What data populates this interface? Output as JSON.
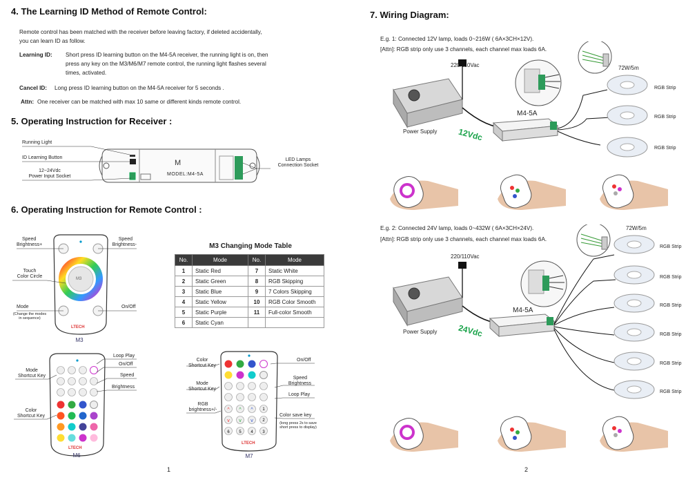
{
  "left": {
    "s4_title": "4. The Learning ID Method of Remote Control:",
    "s4_intro_1": "Remote control has been matched with the receiver before leaving factory, if deleted accidentally,",
    "s4_intro_2": "you can learn ID as follow.",
    "learning_label": "Learning ID:",
    "learning_1": "Short press ID learning button on the M4-5A receiver, the running light is on, then",
    "learning_2": "press any key on the M3/M6/M7 remote control,  the running light flashes several",
    "learning_3": "times, activated.",
    "cancel_label": "Cancel ID:",
    "cancel_text": "Long press ID learning button on the M4-5A receiver    for 5 seconds .",
    "attn_label": "Attn:",
    "attn_text": "One receiver can be matched with max 10 same or different kinds remote control.",
    "s5_title": "5. Operating Instruction for Receiver :",
    "recv_running": "Running Light",
    "recv_idbtn": "ID Learning Button",
    "recv_power_1": "12~24Vdc",
    "recv_power_2": "Power Input Socket",
    "recv_led_1": "LED Lamps",
    "recv_led_2": "Connection Socket",
    "recv_model": "MODEL:M4-5A",
    "s6_title": "6. Operating Instruction for Remote Control :",
    "m3_speed_up_1": "Speed",
    "m3_speed_up_2": "Brightness+",
    "m3_speed_dn_1": "Speed",
    "m3_speed_dn_2": "Brightness-",
    "m3_touch_1": "Touch",
    "m3_touch_2": "Color Circle",
    "m3_mode": "Mode",
    "m3_mode_note_1": "(Change the modes",
    "m3_mode_note_2": "in sequence)",
    "m3_onoff": "On/Off",
    "m3_name": "M3",
    "m6_loop": "Loop Play",
    "m6_onoff": "On/Off",
    "m6_mode_1": "Mode",
    "m6_mode_2": "Shortcut Key",
    "m6_speed": "Speed",
    "m6_bright": "Brightness",
    "m6_color_1": "Color",
    "m6_color_2": "Shortcut Key",
    "m6_name": "M6",
    "m7_color_1": "Color",
    "m7_color_2": "Shortcut Key",
    "m7_onoff": "On/Off",
    "m7_mode_1": "Mode",
    "m7_mode_2": "Shortcut Key",
    "m7_speed_1": "Speed",
    "m7_speed_2": "Brightness",
    "m7_loop": "Loop Play",
    "m7_rgb_1": "RGB",
    "m7_rgb_2": "brightness+/-",
    "m7_save": "Color save key",
    "m7_save_note_1": "(long press 2s to save",
    "m7_save_note_2": "short press to display)",
    "m7_name": "M7",
    "brand": "LTECH",
    "page_number": "1"
  },
  "table": {
    "title": "M3 Changing Mode Table",
    "headers": [
      "No.",
      "Mode",
      "No.",
      "Mode"
    ],
    "rows": [
      [
        "1",
        "Static Red",
        "7",
        "Static White"
      ],
      [
        "2",
        "Static Green",
        "8",
        "RGB Skipping"
      ],
      [
        "3",
        "Static Blue",
        "9",
        "7 Colors Skipping"
      ],
      [
        "4",
        "Static Yellow",
        "10",
        "RGB Color Smooth"
      ],
      [
        "5",
        "Static Purple",
        "11",
        "Full-color Smooth"
      ],
      [
        "6",
        "Static Cyan",
        "",
        ""
      ]
    ]
  },
  "right": {
    "s7_title": "7. Wiring Diagram:",
    "eg1_line1": "E.g. 1: Connected 12V lamp, loads 0~216W ( 6A×3CH×12V).",
    "eg1_line2": "[Attn]: RGB strip only use 3 channels, each channel max loads 6A.",
    "eg1_ac": "220/110Vac",
    "eg1_model": "M4-5A",
    "eg1_psu": "Power Supply",
    "eg1_vdc": "12Vdc",
    "eg1_watt": "72W/5m",
    "eg1_strips": [
      "RGB Strip",
      "RGB Strip",
      "RGB Strip"
    ],
    "eg2_line1": "E.g. 2: Connected 24V lamp, loads 0~432W ( 6A×3CH×24V).",
    "eg2_line2": "[Attn]: RGB strip only use 3 channels, each channel max loads 6A.",
    "eg2_ac": "220/110Vac",
    "eg2_model": "M4-5A",
    "eg2_psu": "Power Supply",
    "eg2_vdc": "24Vdc",
    "eg2_watt": "72W/5m",
    "eg2_strips": [
      "RGB Strip",
      "RGB Strip",
      "RGB Strip",
      "RGB Strip",
      "RGB Strip",
      "RGB Strip"
    ],
    "page_number": "2"
  },
  "colors": {
    "accent_green": "#1aa34a",
    "text": "#222222",
    "table_header": "#3a3a3a"
  }
}
